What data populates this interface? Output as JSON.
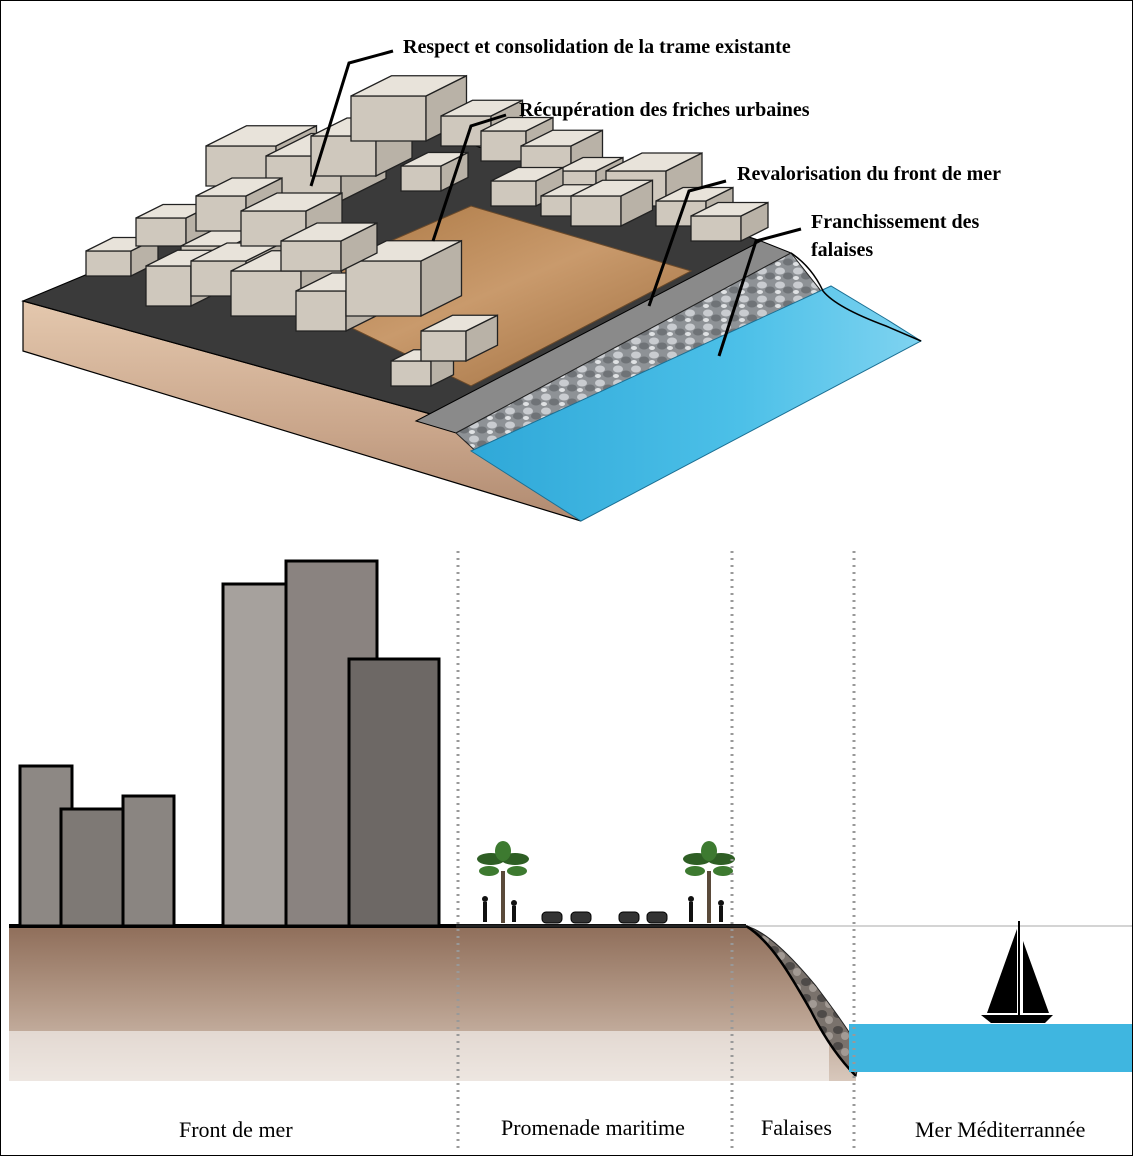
{
  "top_labels": {
    "trame": "Respect et consolidation de la trame existante",
    "friches": "Récupération des friches urbaines",
    "front": "Revalorisation du front de mer",
    "franchissement": "Franchissement des falaises"
  },
  "section_labels": {
    "front_de_mer": "Front de mer",
    "promenade": "Promenade maritime",
    "falaises": "Falaises",
    "mer": "Mer Méditerrannée"
  },
  "colors": {
    "sand": "#b8865a",
    "soil": "#a58c7a",
    "sea": "#3fb6e0",
    "road": "#4a4a4a",
    "building": "#d8d2c8"
  }
}
